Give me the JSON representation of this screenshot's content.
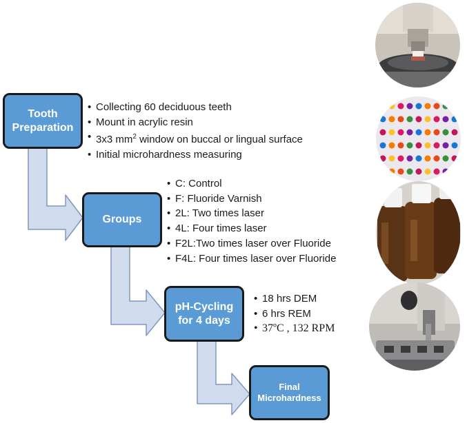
{
  "steps": [
    {
      "title_line1": "Tooth",
      "title_line2": "Preparation",
      "items": [
        {
          "text": "Collecting 60 deciduous teeth"
        },
        {
          "text": "Mount in acrylic resin"
        },
        {
          "text": "3x3 mm",
          "sup": "2",
          "after": " window on buccal or lingual surface"
        },
        {
          "text": "Initial microhardness measuring"
        }
      ]
    },
    {
      "title_line1": "Groups",
      "items": [
        "C: Control",
        "F: Fluoride Varnish",
        "2L: Two times laser",
        "4L: Four times laser",
        "F2L:Two times laser over Fluoride",
        "F4L: Four times laser over Fluoride"
      ]
    },
    {
      "title_line1": "pH-Cycling",
      "title_line2": "for 4 days",
      "items": [
        "18 hrs DEM",
        "6 hrs REM",
        "37ºC , 132 RPM"
      ]
    },
    {
      "title_line1": "Final",
      "title_line2": "Microhardness"
    }
  ],
  "colors": {
    "box_fill": "#5b9bd5",
    "box_border": "#1a1a1a",
    "arrow_fill": "#d0dcee",
    "arrow_stroke": "#7f96bd"
  },
  "photos": [
    "microhardness-tester-photo",
    "mounted-teeth-samples-photo",
    "amber-solution-bottles-photo",
    "shaker-incubator-photo"
  ]
}
